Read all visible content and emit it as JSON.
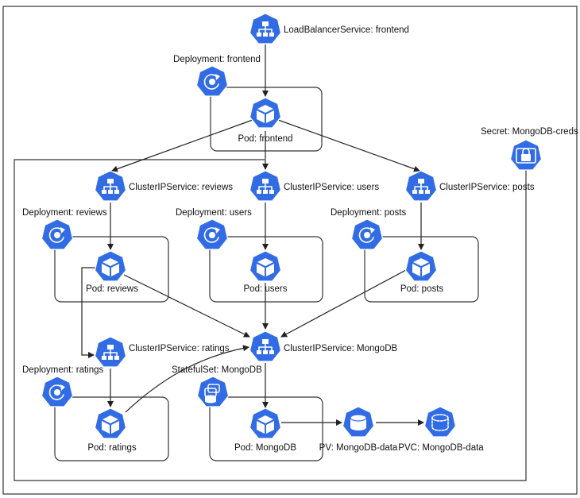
{
  "colors": {
    "icon": "#326ce5",
    "line": "#222222",
    "frame": "#333333"
  },
  "labels": {
    "lb_frontend": "LoadBalancerService: frontend",
    "dep_frontend": "Deployment: frontend",
    "pod_frontend": "Pod: frontend",
    "secret": "Secret: MongoDB-creds",
    "svc_reviews": "ClusterIPService: reviews",
    "svc_users": "ClusterIPService: users",
    "svc_posts": "ClusterIPService: posts",
    "dep_reviews": "Deployment: reviews",
    "dep_users": "Deployment: users",
    "dep_posts": "Deployment: posts",
    "pod_reviews": "Pod: reviews",
    "pod_users": "Pod: users",
    "pod_posts": "Pod: posts",
    "svc_ratings": "ClusterIPService: ratings",
    "svc_mongodb": "ClusterIPService: MongoDB",
    "dep_ratings": "Deployment: ratings",
    "sts_mongodb": "StatefulSet: MongoDB",
    "pod_ratings": "Pod: ratings",
    "pod_mongodb": "Pod: MongoDB",
    "pv": "PV: MongoDB-data",
    "pvc": "PVC: MongoDB-data"
  },
  "icons": {
    "service": "service-icon",
    "deployment": "deployment-icon",
    "pod": "pod-icon",
    "secret": "secret-icon",
    "statefulset": "statefulset-icon",
    "pv": "persistent-volume-icon",
    "pvc": "persistent-volume-claim-icon"
  }
}
